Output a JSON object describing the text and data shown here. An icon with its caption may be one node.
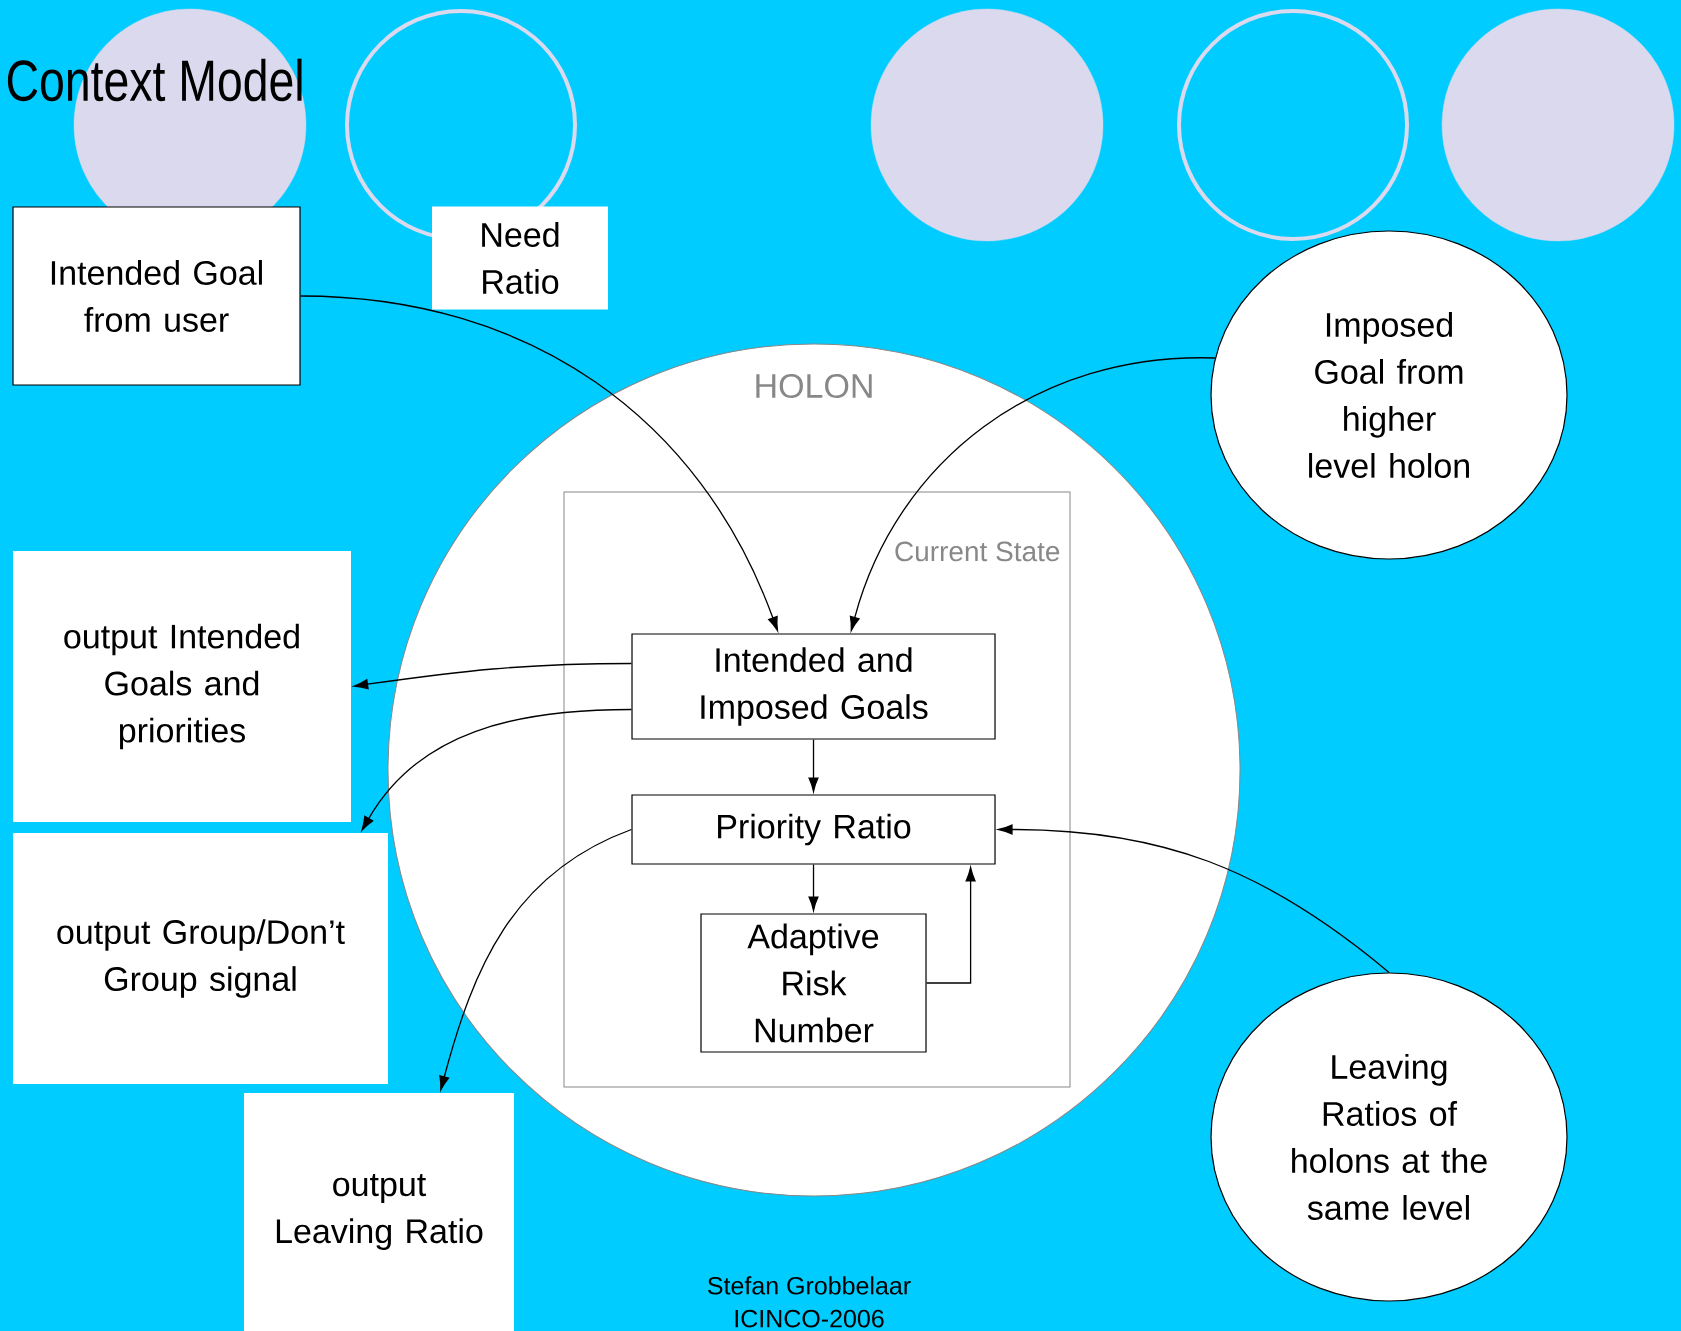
{
  "diagram": {
    "title": "Context Model",
    "nodes": [
      {
        "text": [
          "Intended Goal from user"
        ]
      },
      {
        "text": [
          "Need Ratio"
        ]
      },
      {
        "text": [
          "HOLON"
        ]
      },
      {
        "text": [
          "Current State"
        ],
        "in": 2
      },
      {
        "text": [
          "Intended and Imposed Goals"
        ],
        "in": 3
      },
      {
        "text": [
          "Priority Ratio"
        ],
        "in": 3
      },
      {
        "text": [
          "Adaptive Risk Number"
        ],
        "in": 3
      },
      {
        "text": [
          "Imposed Goal from higher level holon"
        ]
      },
      {
        "text": [
          "output Intended Goals and priorities"
        ]
      },
      {
        "text": [
          "output Group/Don’t Group signal"
        ]
      },
      {
        "text": [
          "output Leaving Ratio"
        ]
      },
      {
        "text": [
          "Leaving Ratios of holons at the same level"
        ]
      }
    ],
    "edges": [
      {
        "from": 0,
        "to": 4,
        "arrow": "to"
      },
      {
        "from": 7,
        "to": 4,
        "arrow": "to"
      },
      {
        "from": 4,
        "to": 8,
        "arrow": "to"
      },
      {
        "from": 4,
        "to": 9,
        "arrow": "to"
      },
      {
        "from": 4,
        "to": 5,
        "arrow": "to"
      },
      {
        "from": 5,
        "to": 6,
        "arrow": "to"
      },
      {
        "from": 6,
        "to": 5,
        "arrow": "to"
      },
      {
        "from": 11,
        "to": 5,
        "arrow": "to"
      },
      {
        "from": 5,
        "to": 10,
        "arrow": "to"
      }
    ],
    "labels": [
      "Stefan Grobbelaar",
      "ICINCO-2006"
    ]
  }
}
